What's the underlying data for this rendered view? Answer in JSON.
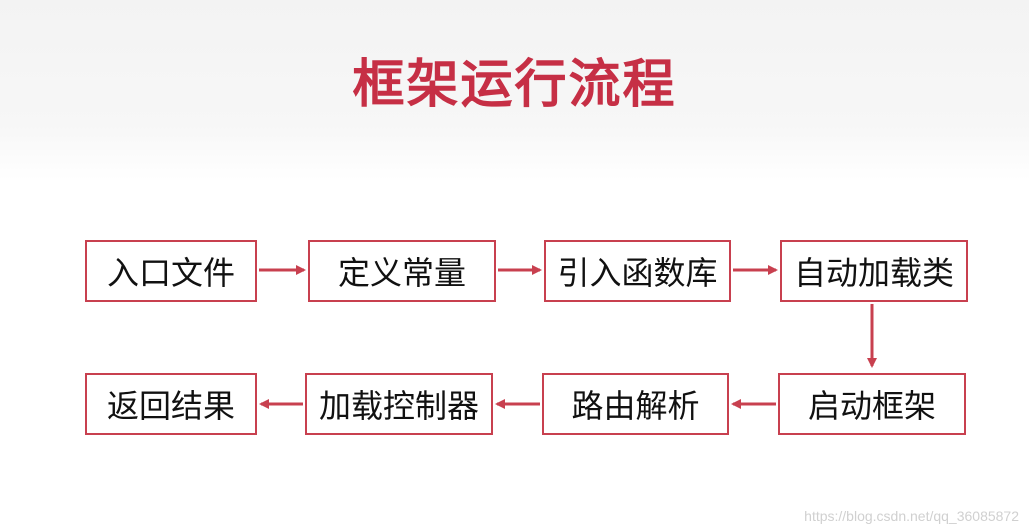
{
  "title": "框架运行流程",
  "nodes": {
    "entry_file": "入口文件",
    "define_constants": "定义常量",
    "include_functions": "引入函数库",
    "autoload_classes": "自动加载类",
    "start_framework": "启动框架",
    "route_parsing": "路由解析",
    "load_controller": "加载控制器",
    "return_result": "返回结果"
  },
  "watermark": "https://blog.csdn.net/qq_36085872",
  "colors": {
    "accent": "#c62f45",
    "border": "#c8404f",
    "arrow": "#c8404f"
  }
}
